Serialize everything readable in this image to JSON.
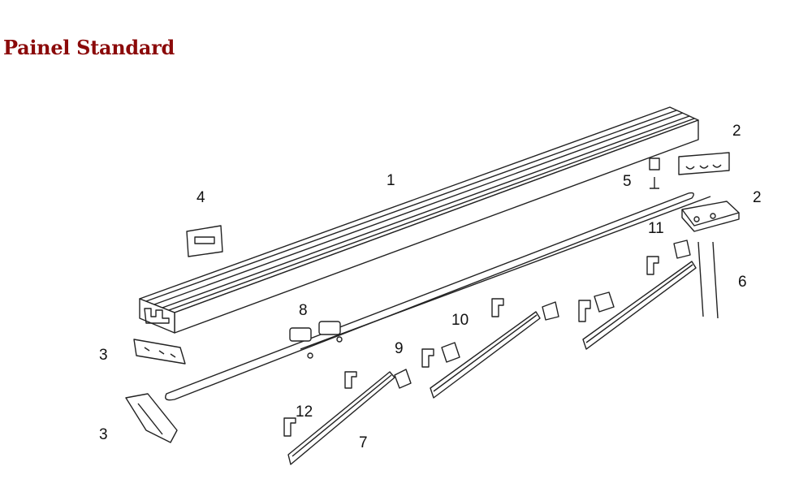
{
  "title": "Painel Standard",
  "colors": {
    "title": "#8B0A0A",
    "drawing": "#222222"
  },
  "diagram": {
    "part_labels": [
      "1",
      "2",
      "2",
      "3",
      "3",
      "4",
      "5",
      "6",
      "7",
      "8",
      "9",
      "10",
      "11",
      "12"
    ]
  }
}
